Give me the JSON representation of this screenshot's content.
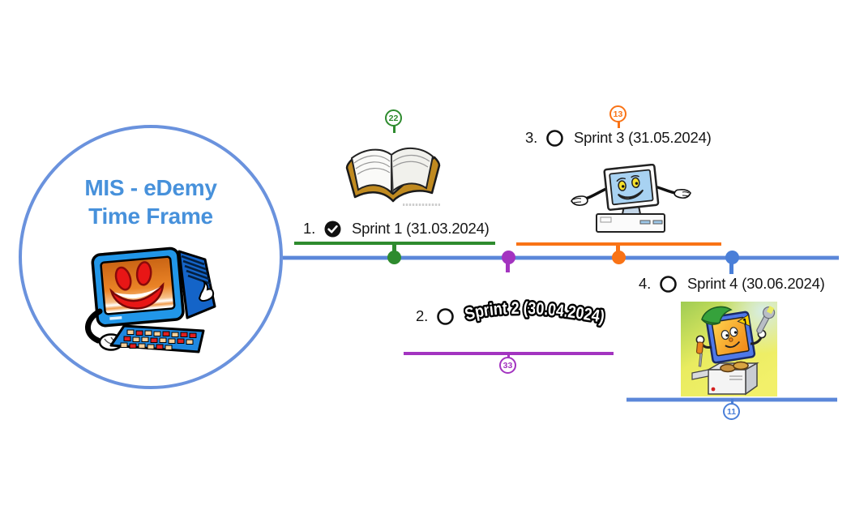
{
  "title": {
    "line1": "MIS - eDemy",
    "line2": "Time Frame"
  },
  "colors": {
    "timeline_blue": "#5b87d9",
    "central_border_blue": "#6a92dd",
    "title_blue": "#4791db",
    "sprint1_green": "#2e8b2e",
    "sprint2_purple": "#a334c0",
    "sprint3_orange": "#f97316",
    "sprint4_blue": "#4a7fd8"
  },
  "sprints": [
    {
      "number": "1.",
      "label": "Sprint 1 (31.03.2024)",
      "badge": "22",
      "status": "completed"
    },
    {
      "number": "2.",
      "label": "Sprint 2 (30.04.2024)",
      "badge": "33",
      "status": "open"
    },
    {
      "number": "3.",
      "label": "Sprint 3 (31.05.2024)",
      "badge": "13",
      "status": "open"
    },
    {
      "number": "4.",
      "label": "Sprint 4 (30.06.2024)",
      "badge": "11",
      "status": "open"
    }
  ]
}
